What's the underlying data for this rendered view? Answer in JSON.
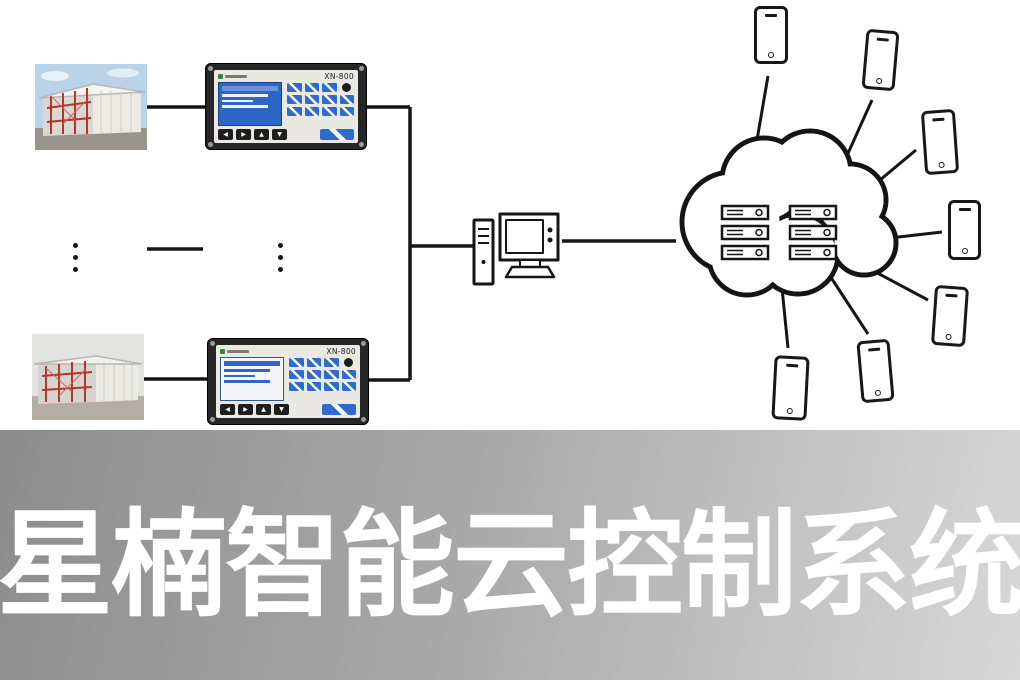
{
  "banner": {
    "title": "星楠智能云控制系统",
    "text_color": "#ffffff",
    "bg_from": "#8d8d8d",
    "bg_to": "#d8d8d8"
  },
  "controller": {
    "model": "XN-800",
    "nav_keys": [
      "◀",
      "▶",
      "▲",
      "▼"
    ],
    "screen_color": "#2e66c6",
    "key_color": "#2f6ace"
  },
  "colors": {
    "line": "#151515",
    "scaffold_red": "#b5352a",
    "logo_green": "#2e8b3a"
  },
  "counts": {
    "site_photos": 2,
    "controllers": 2,
    "cloud_servers": 6,
    "phones": 7
  }
}
